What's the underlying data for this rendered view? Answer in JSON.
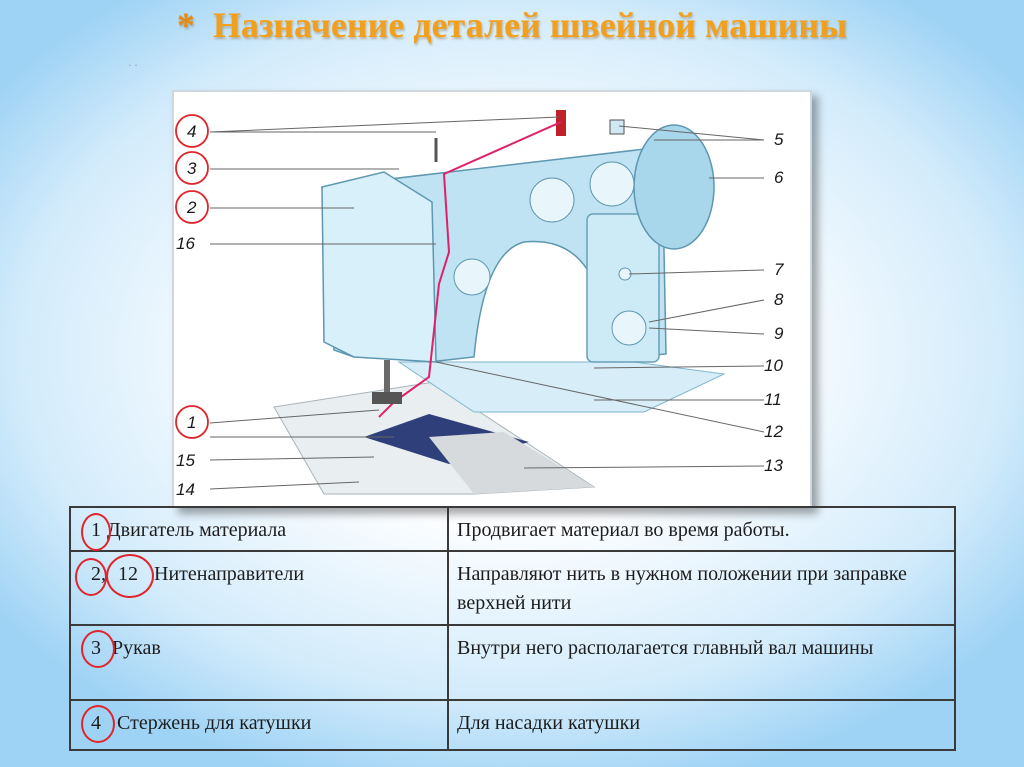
{
  "title": "Назначение деталей швейной машины",
  "title_marker": "*",
  "diagram": {
    "left_labels": [
      "4",
      "3",
      "2",
      "16",
      "1",
      "15",
      "14"
    ],
    "right_labels": [
      "5",
      "6",
      "7",
      "8",
      "9",
      "10",
      "11",
      "12",
      "13"
    ],
    "circled_labels": [
      "4",
      "3",
      "2",
      "1"
    ]
  },
  "table": {
    "rows": [
      {
        "nums": [
          "1"
        ],
        "circled": [
          "1"
        ],
        "name": "Двигатель материала",
        "purpose": "Продвигает материал во время работы."
      },
      {
        "nums": [
          "2,",
          "12"
        ],
        "circled": [
          "2,",
          "12"
        ],
        "name": "Нитенаправители",
        "purpose": "Направляют нить в нужном положении при заправке верхней нити"
      },
      {
        "nums": [
          "3"
        ],
        "circled": [
          "3"
        ],
        "name": "Рукав",
        "purpose": "Внутри него располагается главный вал машины"
      },
      {
        "nums": [
          "4"
        ],
        "circled": [
          "4"
        ],
        "name": "Стержень для катушки",
        "purpose": "Для насадки катушки"
      }
    ]
  },
  "colors": {
    "title": "#f2a01b",
    "circle": "#e0242b",
    "machine_body": "#bfe3f2",
    "thread": "#e0206a"
  }
}
